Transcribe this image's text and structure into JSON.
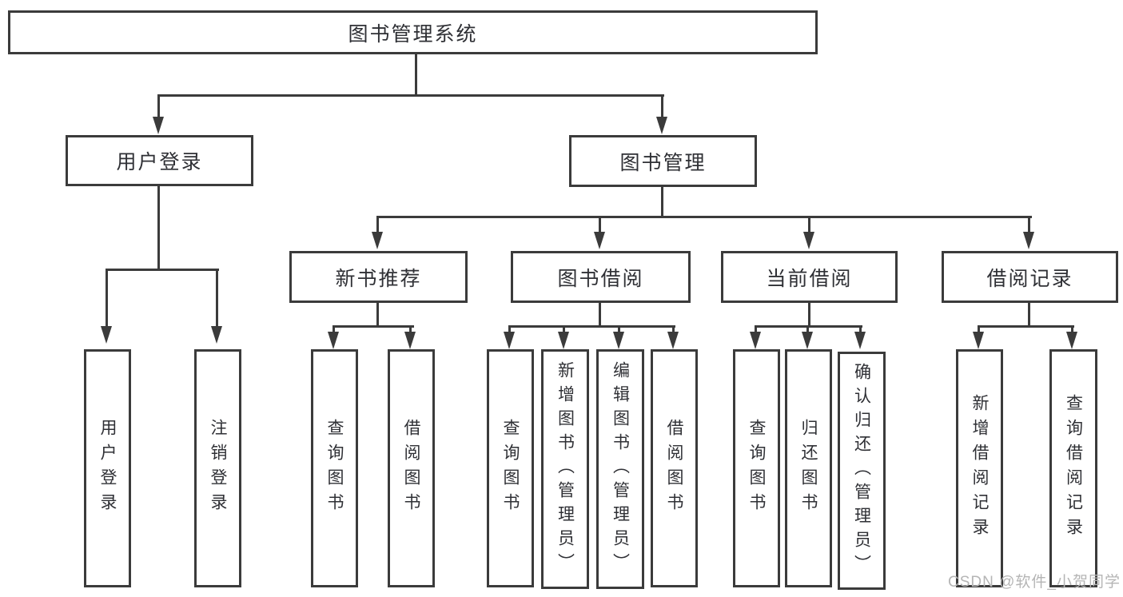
{
  "tree": {
    "root": {
      "label": "图书管理系统",
      "children": [
        {
          "label": "用户登录",
          "children": [
            {
              "label": "用户登录"
            },
            {
              "label": "注销登录"
            }
          ]
        },
        {
          "label": "图书管理",
          "children": [
            {
              "label": "新书推荐",
              "children": [
                {
                  "label": "查询图书"
                },
                {
                  "label": "借阅图书"
                }
              ]
            },
            {
              "label": "图书借阅",
              "children": [
                {
                  "label": "查询图书"
                },
                {
                  "label": "新增图书（管理员）"
                },
                {
                  "label": "编辑图书（管理员）"
                },
                {
                  "label": "借阅图书"
                }
              ]
            },
            {
              "label": "当前借阅",
              "children": [
                {
                  "label": "查询图书"
                },
                {
                  "label": "归还图书"
                },
                {
                  "label": "确认归还（管理员）"
                }
              ]
            },
            {
              "label": "借阅记录",
              "children": [
                {
                  "label": "新增借阅记录"
                },
                {
                  "label": "查询借阅记录"
                }
              ]
            }
          ]
        }
      ]
    }
  },
  "watermark": {
    "text": "CSDN @软件_小贺同学"
  },
  "colors": {
    "line": "#3b3b3b",
    "text": "#2f3035",
    "watermark": "#b5b5b5",
    "background": "#ffffff"
  }
}
